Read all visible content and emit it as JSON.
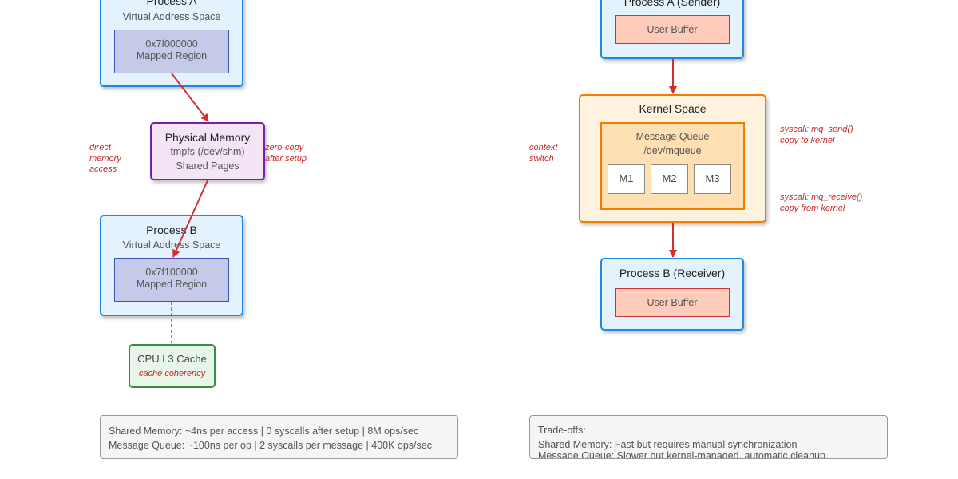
{
  "shared_memory": {
    "process_a": {
      "title": "Process A",
      "subtitle": "Virtual Address Space",
      "region_addr": "0x7f000000",
      "region_label": "Mapped Region"
    },
    "physical": {
      "title": "Physical Memory",
      "line1": "tmpfs (/dev/shm)",
      "line2": "Shared Pages"
    },
    "process_b": {
      "title": "Process B",
      "subtitle": "Virtual Address Space",
      "region_addr": "0x7f100000",
      "region_label": "Mapped Region"
    },
    "cache": {
      "title": "CPU L3 Cache",
      "note": "cache coherency"
    },
    "notes": {
      "direct": [
        "direct",
        "memory",
        "access"
      ],
      "zero_copy": [
        "zero-copy",
        "after setup"
      ]
    }
  },
  "message_queue": {
    "sender": {
      "title": "Process A (Sender)",
      "buffer": "User Buffer"
    },
    "kernel": {
      "title": "Kernel Space",
      "queue_title": "Message Queue",
      "queue_path": "/dev/mqueue",
      "messages": [
        "M1",
        "M2",
        "M3"
      ]
    },
    "receiver": {
      "title": "Process B (Receiver)",
      "buffer": "User Buffer"
    },
    "notes": {
      "context": [
        "context",
        "switch"
      ],
      "send": [
        "syscall: mq_send()",
        "copy to kernel"
      ],
      "receive": [
        "syscall: mq_receive()",
        "copy from kernel"
      ]
    }
  },
  "summary_left": [
    "Shared Memory: ~4ns per access | 0 syscalls after setup | 8M ops/sec",
    "Message Queue: ~100ns per op | 2 syscalls per message | 400K ops/sec"
  ],
  "summary_right": [
    "Trade-offs:",
    "Shared Memory: Fast but requires manual synchronization",
    "Message Queue: Slower but kernel-managed, automatic cleanup"
  ],
  "colors": {
    "arrow": "#d32f2f",
    "process": "#1e88e5",
    "physical": "#7b1fa2",
    "kernel": "#f57c00",
    "cache": "#388e3c",
    "note": "#c62828"
  }
}
